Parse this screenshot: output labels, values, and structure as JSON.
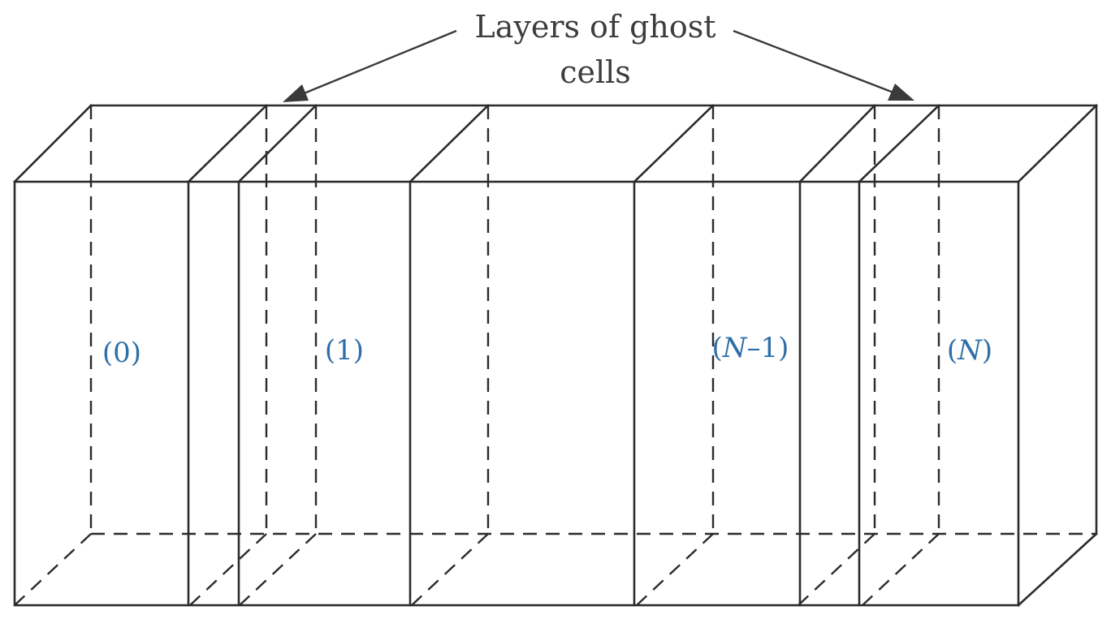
{
  "annotation": {
    "line1": "Layers of ghost",
    "line2": "cells"
  },
  "slab_labels": [
    {
      "pre": "(",
      "italic": "",
      "post": "0)"
    },
    {
      "pre": "(",
      "italic": "",
      "post": "1)"
    },
    {
      "pre": "(",
      "italic": "N",
      "post": "–1)"
    },
    {
      "pre": "(",
      "italic": "N",
      "post": ")"
    }
  ],
  "colors": {
    "edges": "#2b2b2b",
    "labels": "#2f6fa8",
    "caption": "#3d3d3d"
  }
}
